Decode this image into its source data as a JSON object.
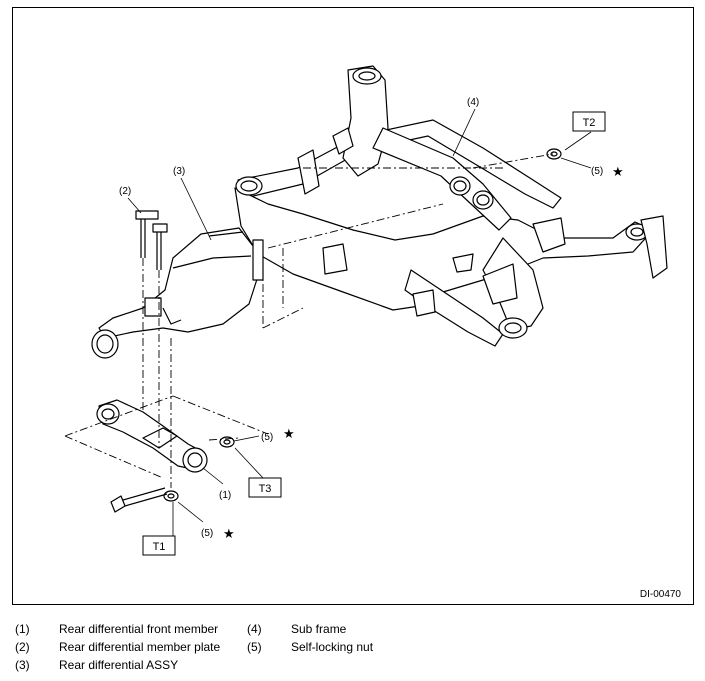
{
  "diagram": {
    "code": "DI-00470",
    "callouts": {
      "c1": "(1)",
      "c2": "(2)",
      "c3": "(3)",
      "c4": "(4)",
      "c5a": "(5)",
      "c5b": "(5)",
      "c5c": "(5)"
    },
    "torque_boxes": {
      "t1": "T1",
      "t2": "T2",
      "t3": "T3"
    },
    "star": "★"
  },
  "legend": [
    {
      "num": "(1)",
      "text": "Rear differential front member"
    },
    {
      "num": "(2)",
      "text": "Rear differential member plate"
    },
    {
      "num": "(3)",
      "text": "Rear differential ASSY"
    },
    {
      "num": "(4)",
      "text": "Sub frame"
    },
    {
      "num": "(5)",
      "text": "Self-locking nut"
    }
  ]
}
